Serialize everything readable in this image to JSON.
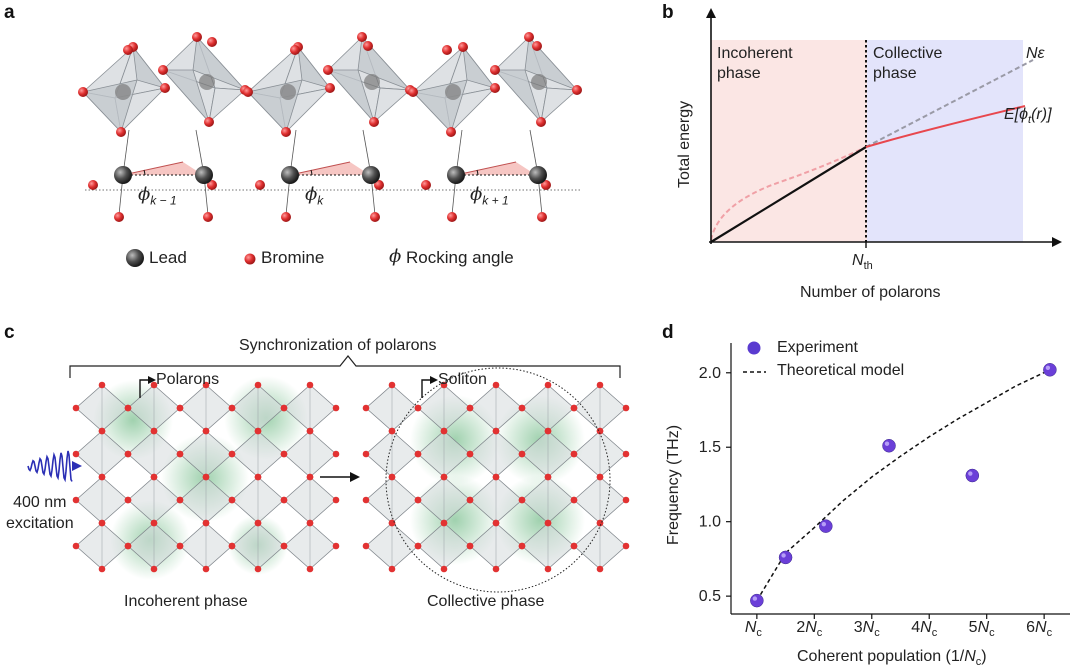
{
  "panels": {
    "a": "a",
    "b": "b",
    "c": "c",
    "d": "d"
  },
  "panel_a": {
    "angles": [
      {
        "sym": "ϕ",
        "sub": "k − 1"
      },
      {
        "sym": "ϕ",
        "sub": "k"
      },
      {
        "sym": "ϕ",
        "sub": "k + 1"
      }
    ],
    "legend": {
      "lead": "Lead",
      "bromine": "Bromine",
      "rocking_symbol": "ϕ",
      "rocking": "Rocking angle"
    },
    "colors": {
      "lead": "#3a3a3a",
      "bromine": "#e03030",
      "octahedron": "#c8cdd2",
      "angle_fill": "#f4b8b4"
    }
  },
  "panel_b": {
    "ylabel": "Total energy",
    "xlabel": "Number of polarons",
    "threshold": {
      "sym": "N",
      "sub": "th"
    },
    "region_left": [
      "Incoherent",
      "phase"
    ],
    "region_right": [
      "Collective",
      "phase"
    ],
    "curve_linear": "Nε",
    "curve_energy": {
      "pre": "E[",
      "phi": "ϕ",
      "sub": "t",
      "post": "(r)]"
    },
    "colors": {
      "left_bg": "#fbe6e4",
      "right_bg": "#e3e4fb",
      "red": "#e8474e",
      "grey": "#9a9aa6"
    }
  },
  "panel_c": {
    "title": "Synchronization of polarons",
    "label_polarons": "Polarons",
    "label_soliton": "Soliton",
    "excitation": [
      "400 nm",
      "excitation"
    ],
    "caption_left": "Incoherent phase",
    "caption_right": "Collective phase",
    "colors": {
      "wave": "#2b2fb5",
      "glow": "#8fc9a0"
    }
  },
  "chart_data": {
    "type": "scatter",
    "xlabel": "Coherent population (1/N_c)",
    "ylabel": "Frequency (THz)",
    "x_tick_labels": [
      "N_c",
      "2N_c",
      "3N_c",
      "4N_c",
      "5N_c",
      "6N_c"
    ],
    "x_ticks": [
      1,
      2,
      3,
      4,
      5,
      6
    ],
    "y_ticks": [
      0.5,
      1.0,
      1.5,
      2.0
    ],
    "xlim": [
      0.55,
      6.45
    ],
    "ylim": [
      0.38,
      2.2
    ],
    "legend": [
      "Experiment",
      "Theoretical model"
    ],
    "legend_position": "top-left",
    "series": [
      {
        "name": "Experiment",
        "x": [
          1.0,
          1.5,
          2.2,
          3.3,
          4.75,
          6.1
        ],
        "y": [
          0.47,
          0.76,
          0.97,
          1.51,
          1.31,
          2.02
        ]
      },
      {
        "name": "Theoretical model",
        "x": [
          1.0,
          1.5,
          2.0,
          2.5,
          3.0,
          3.5,
          4.0,
          4.5,
          5.0,
          5.5,
          6.1
        ],
        "y": [
          0.47,
          0.79,
          0.96,
          1.14,
          1.3,
          1.44,
          1.57,
          1.69,
          1.8,
          1.91,
          2.02
        ]
      }
    ],
    "colors": {
      "point": "#6b3fd8",
      "line": "#111111"
    }
  }
}
